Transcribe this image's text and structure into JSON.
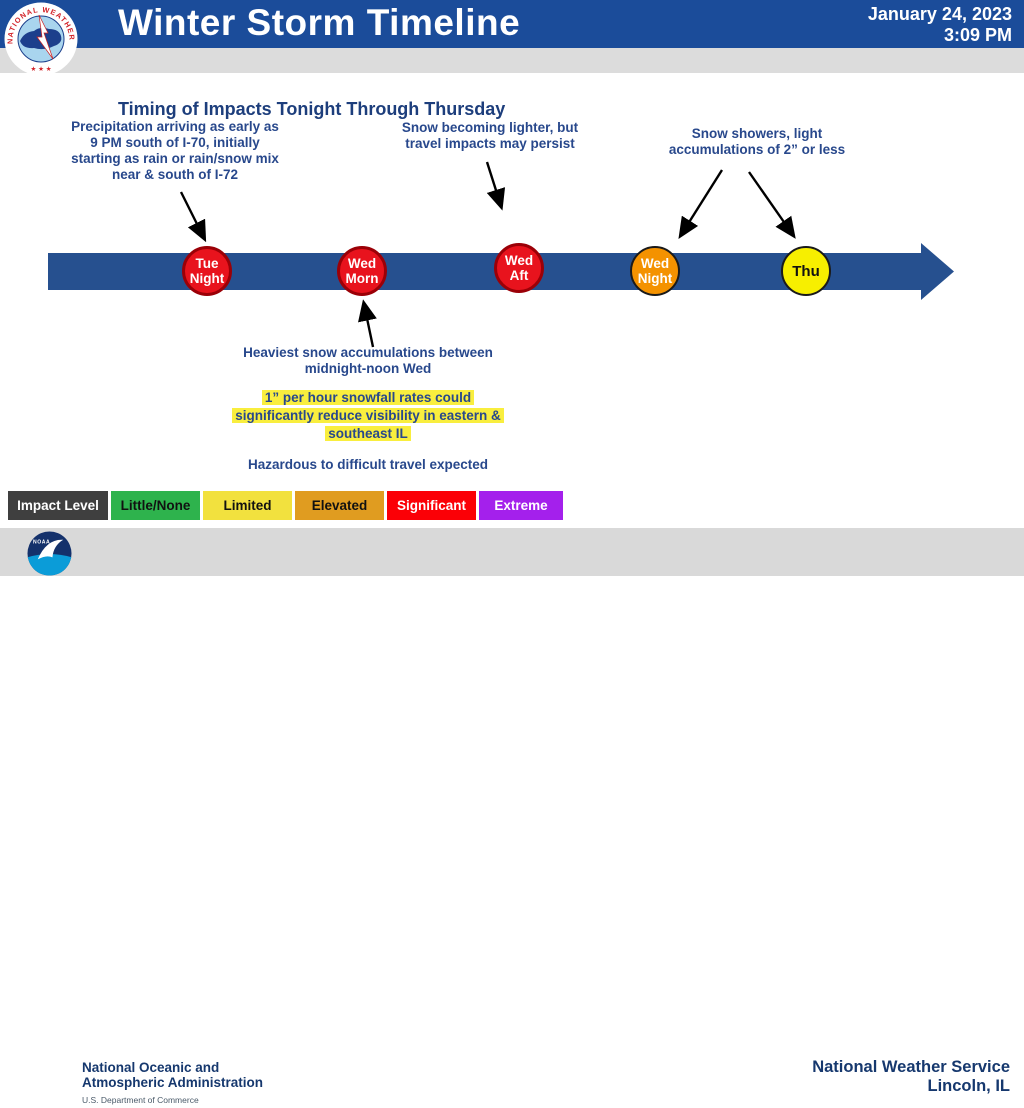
{
  "header": {
    "title": "Winter Storm Timeline",
    "date": "January 24, 2023",
    "time": "3:09 PM",
    "subtitle": "Timing of Impacts Tonight Through Thursday",
    "colors": {
      "header_bg": "#1b4c9a",
      "subtitle_bg": "#dcdcdc",
      "subtitle_text": "#1d3e7c"
    }
  },
  "nws_logo": {
    "ring_text": "NATIONAL WEATHER SERVICE",
    "stars": "★ ★ ★"
  },
  "timeline": {
    "bar_color": "#26508f",
    "points": [
      {
        "line1": "Tue",
        "line2": "Night",
        "color": "#e8131d",
        "impact": "Significant"
      },
      {
        "line1": "Wed",
        "line2": "Morn",
        "color": "#e8131d",
        "impact": "Significant"
      },
      {
        "line1": "Wed",
        "line2": "Aft",
        "color": "#e8131d",
        "impact": "Significant"
      },
      {
        "line1": "Wed",
        "line2": "Night",
        "color": "#f49200",
        "impact": "Elevated"
      },
      {
        "line1": "Thu",
        "line2": "",
        "color": "#f7ef00",
        "impact": "Limited"
      }
    ]
  },
  "annotations": {
    "precip": {
      "lines": [
        "Precipitation arriving as early as",
        "9 PM south of I-70, initially",
        "starting as rain or rain/snow mix",
        "near & south of I-72"
      ]
    },
    "lighter": {
      "lines": [
        "Snow becoming lighter, but",
        "travel impacts may persist"
      ]
    },
    "showers": {
      "lines": [
        "Snow showers, light",
        "accumulations of 2” or less"
      ]
    },
    "heaviest": {
      "lines": [
        "Heaviest snow accumulations between",
        "midnight-noon Wed"
      ]
    },
    "rates": {
      "lines": [
        "1” per hour snowfall rates could",
        "significantly reduce visibility in eastern &",
        "southeast IL"
      ],
      "highlight": "#f9ee3e"
    },
    "travel": {
      "text": "Hazardous to difficult travel expected"
    }
  },
  "legend": {
    "title": "Impact Level",
    "title_bg": "#3f3f3f",
    "items": [
      {
        "label": "Little/None",
        "color": "#2eb34d"
      },
      {
        "label": "Limited",
        "color": "#f2e13e"
      },
      {
        "label": "Elevated",
        "color": "#e09c20"
      },
      {
        "label": "Significant",
        "color": "#fb0006"
      },
      {
        "label": "Extreme",
        "color": "#a420ec"
      }
    ]
  },
  "footer": {
    "noaa_label": "NOAA",
    "org_line1": "National Oceanic and",
    "org_line2": "Atmospheric Administration",
    "dept": "U.S. Department of Commerce",
    "office_line1": "National Weather Service",
    "office_line2": "Lincoln, IL"
  }
}
